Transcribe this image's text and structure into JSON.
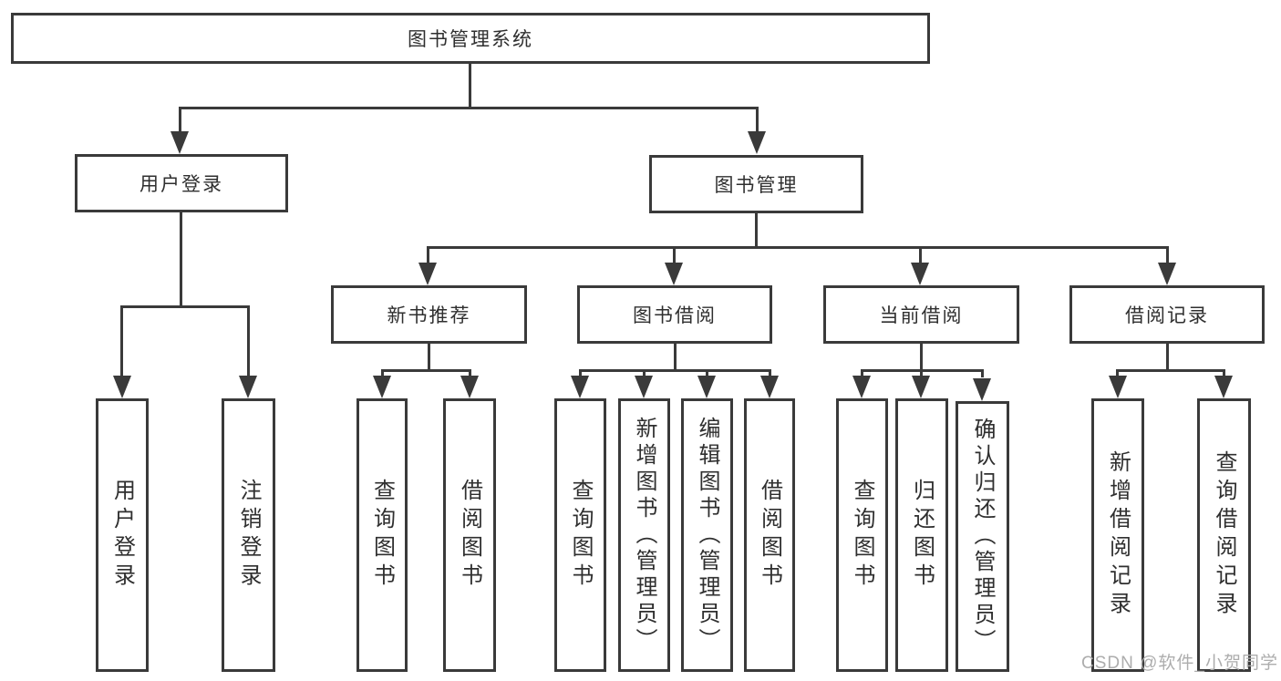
{
  "nodes": {
    "root": "图书管理系统",
    "user_login": "用户登录",
    "book_mgmt": "图书管理",
    "new_book_rec": "新书推荐",
    "book_borrow": "图书借阅",
    "current_borrow": "当前借阅",
    "borrow_record": "借阅记录",
    "leaf_user_login": "用户登录",
    "leaf_logout": "注销登录",
    "leaf_rec_query": "查询图书",
    "leaf_rec_borrow": "借阅图书",
    "leaf_bor_query": "查询图书",
    "leaf_bor_add": "新增图书（管理员）",
    "leaf_bor_edit": "编辑图书（管理员）",
    "leaf_bor_borrow": "借阅图书",
    "leaf_cur_query": "查询图书",
    "leaf_cur_return": "归还图书",
    "leaf_cur_confirm": "确认归还（管理员）",
    "leaf_rech_add": "新增借阅记录",
    "leaf_rech_query": "查询借阅记录"
  },
  "watermark": "CSDN @软件_小贺同学",
  "colors": {
    "line": "#3a3a3a",
    "text": "#2f2f2f",
    "watermark": "#adadad",
    "background": "#ffffff"
  }
}
